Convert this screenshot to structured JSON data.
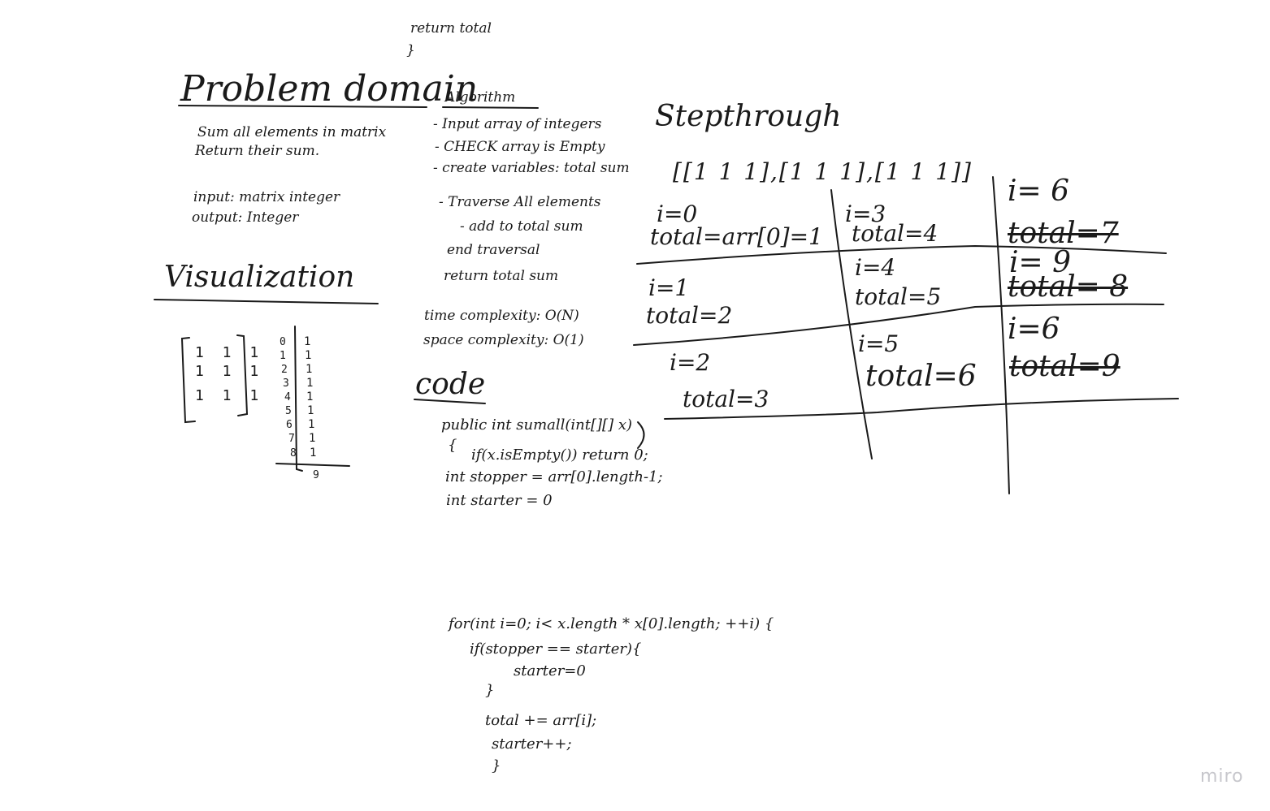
{
  "top_snippet": {
    "line1": "return total",
    "line2": "}"
  },
  "problem_domain": {
    "title": "Problem domain",
    "desc1": "Sum all elements in matrix",
    "desc2": "Return their sum.",
    "input": "input: matrix   integer",
    "output": "output: Integer"
  },
  "visualization": {
    "title": "Visualization",
    "matrix_rows": [
      "1 1 1",
      "1 1 1",
      "1 1 1"
    ],
    "indices": [
      "0",
      "1",
      "2",
      "3",
      "4",
      "5",
      "6",
      "7",
      "8"
    ],
    "ones": [
      "1",
      "1",
      "1",
      "1",
      "1",
      "1",
      "1",
      "1",
      "1"
    ],
    "total_label": "9"
  },
  "algorithm": {
    "title": "Algorithm",
    "steps": [
      "- Input array of integers",
      "- CHECK array is Empty",
      "- create variables: total sum",
      "- Traverse All elements",
      "- add to total sum",
      "end traversal",
      "return total sum"
    ],
    "time": "time complexity: O(N)",
    "space": "space complexity: O(1)"
  },
  "code": {
    "title": "code",
    "lines": [
      "public int sumall(int[][] x)",
      "{",
      "if(x.isEmpty()) return 0;",
      "int stopper = arr[0].length-1;",
      "int starter = 0"
    ],
    "loop_lines": [
      "for(int i=0; i< x.length * x[0].length; ++i) {",
      "if(stopper == starter){",
      "starter=0",
      "}",
      "total += arr[i];",
      "starter++;",
      "}"
    ]
  },
  "stepthrough": {
    "title": "Stepthrough",
    "array": "[[1 1 1],[1 1 1],[1 1 1]]",
    "cells": [
      {
        "i": "i=0",
        "total": "total=arr[0]=1"
      },
      {
        "i": "i=1",
        "total": "total=2"
      },
      {
        "i": "i=2",
        "total": "total=3"
      },
      {
        "i": "i=3",
        "total": "total=4"
      },
      {
        "i": "i=4",
        "total": "total=5"
      },
      {
        "i": "i=5",
        "total": "total=6"
      },
      {
        "i": "i= 6",
        "total": "total=7"
      },
      {
        "i": "i= 9",
        "total": "total= 8"
      },
      {
        "i": "i=6",
        "total": "total=9"
      }
    ]
  },
  "branding": {
    "logo": "miro"
  }
}
